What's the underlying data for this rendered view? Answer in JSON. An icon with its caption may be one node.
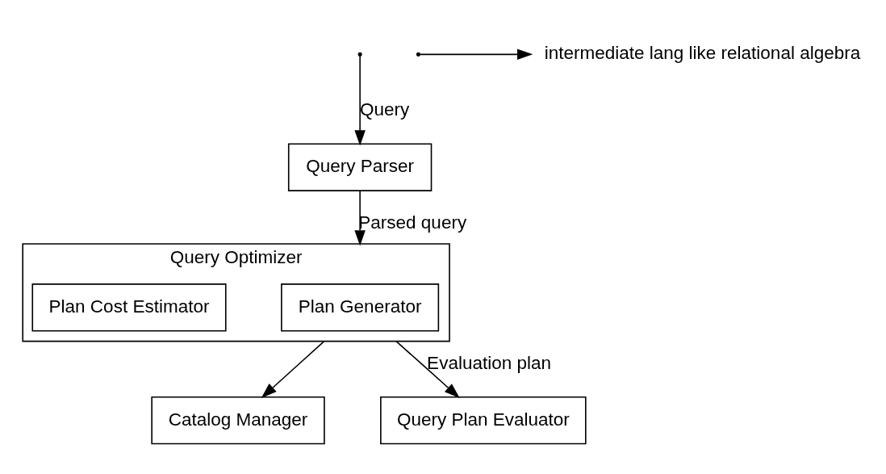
{
  "diagram": {
    "nodes": [
      {
        "text": [
          "Query Parser"
        ]
      },
      {
        "text": [
          "Query Optimizer"
        ]
      },
      {
        "text": [
          "Plan Generator"
        ],
        "in": 1
      },
      {
        "text": [
          "Plan Cost Estimator"
        ],
        "in": 1
      },
      {
        "text": [
          "Catalog Manager"
        ]
      },
      {
        "text": [
          "Query Plan Evaluator"
        ]
      },
      {
        "text": [
          "intermediate lang like relational algebra"
        ]
      }
    ],
    "edges": [
      {
        "from": null,
        "to": 0,
        "arrow": "to",
        "label": "Query"
      },
      {
        "from": 0,
        "to": 1,
        "arrow": "to",
        "label": "Parsed query"
      },
      {
        "from": null,
        "to": 6,
        "arrow": "to"
      },
      {
        "from": 1,
        "to": 4,
        "arrow": "to"
      },
      {
        "from": 1,
        "to": 5,
        "arrow": "to",
        "label": "Evaluation plan"
      }
    ]
  }
}
